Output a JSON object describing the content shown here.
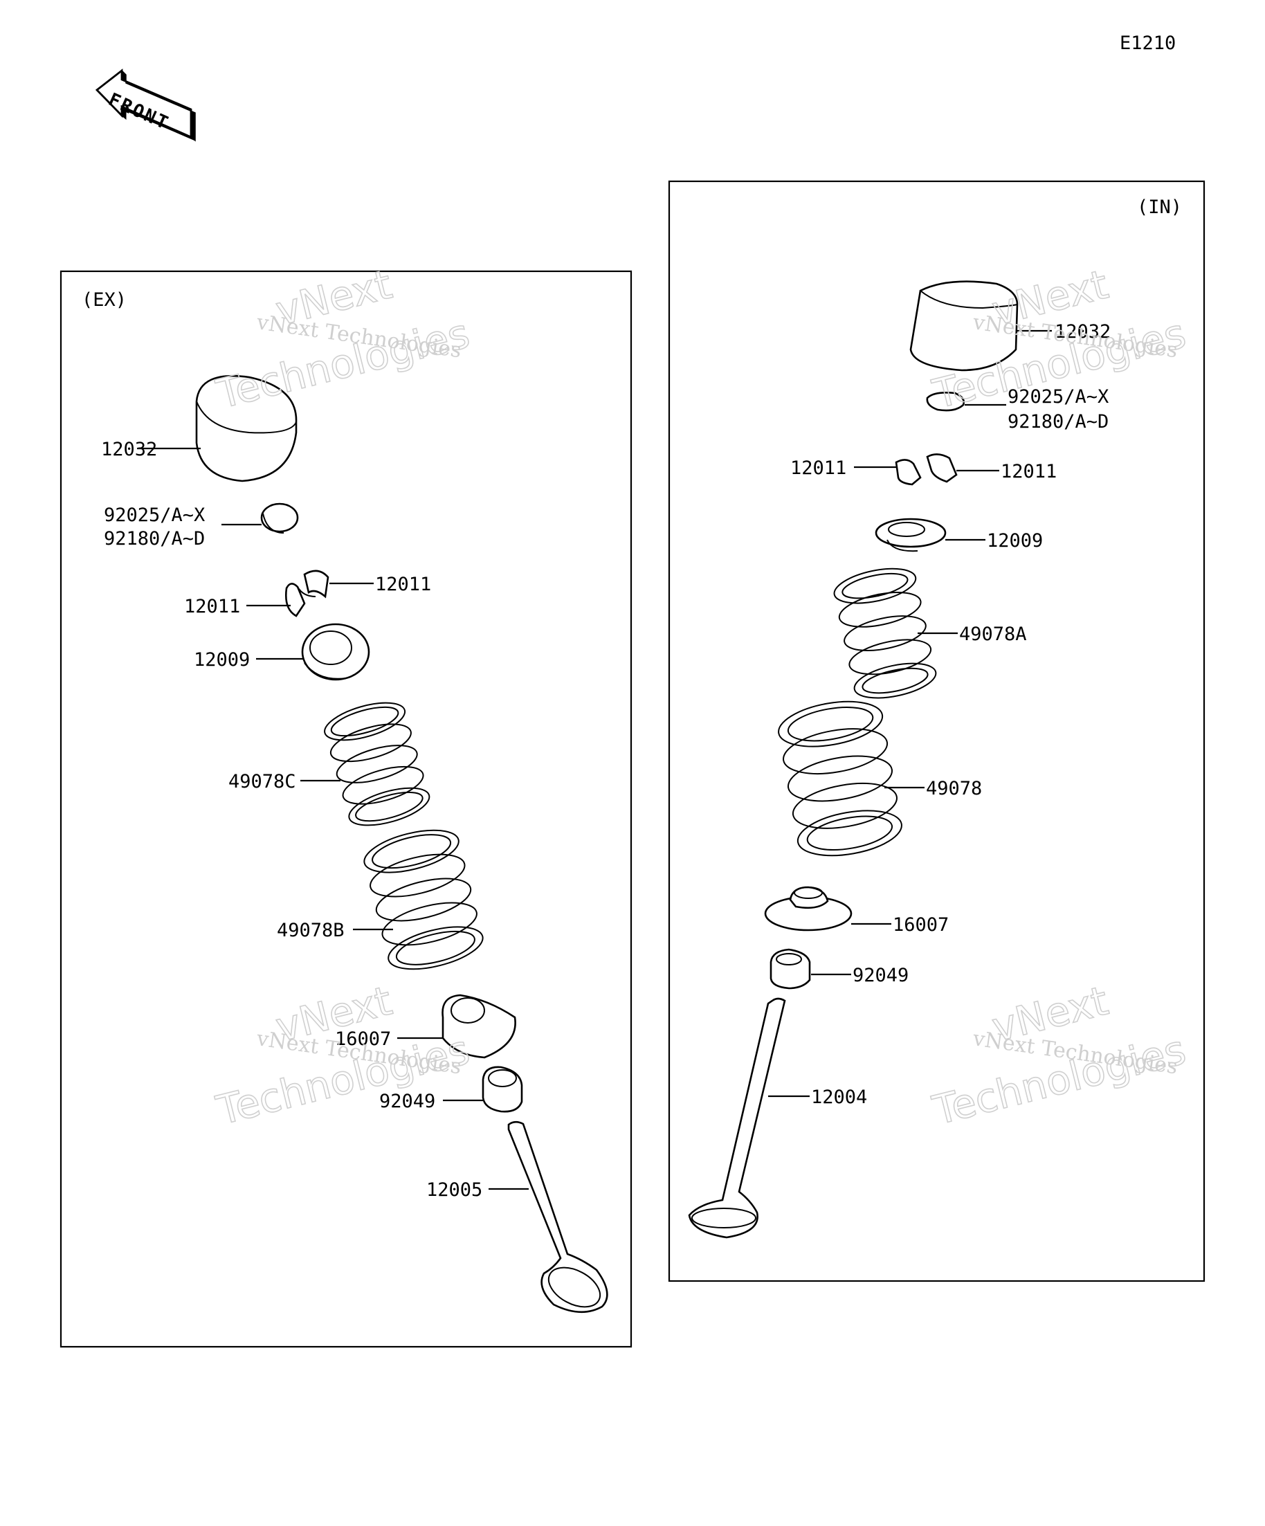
{
  "diagram_code": "E1210",
  "front_arrow_text": "FRONT",
  "panels": {
    "exhaust": {
      "title": "(EX)",
      "labels": {
        "lifter": "12032",
        "shim_1": "92025/A~X",
        "shim_2": "92180/A~D",
        "cotter_right": "12011",
        "cotter_left": "12011",
        "retainer": "12009",
        "inner_spring": "49078C",
        "outer_spring": "49078B",
        "spring_seat": "16007",
        "stem_seal": "92049",
        "valve": "12005"
      }
    },
    "intake": {
      "title": "(IN)",
      "labels": {
        "lifter": "12032",
        "shim_1": "92025/A~X",
        "shim_2": "92180/A~D",
        "cotter_left": "12011",
        "cotter_right": "12011",
        "retainer": "12009",
        "inner_spring": "49078A",
        "outer_spring": "49078",
        "spring_seat": "16007",
        "stem_seal": "92049",
        "valve": "12004"
      }
    }
  },
  "watermark": {
    "line_serif": "vNext Technologies",
    "line_outline_1": "vNext",
    "line_outline_2": "Technologies"
  }
}
